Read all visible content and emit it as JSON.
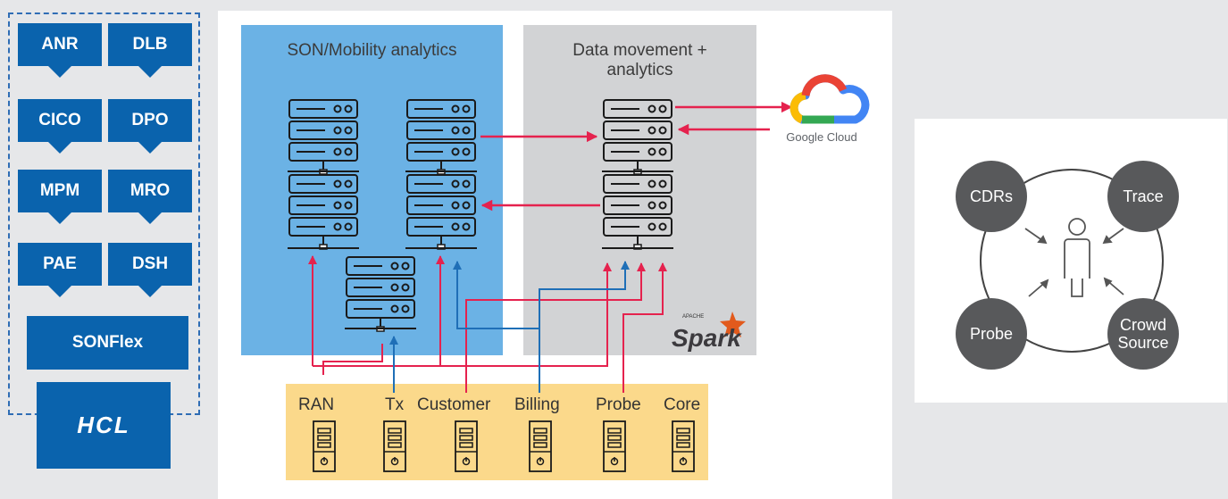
{
  "modules": {
    "items": [
      "ANR",
      "DLB",
      "CICO",
      "DPO",
      "MPM",
      "MRO",
      "PAE",
      "DSH"
    ],
    "sonflex": "SONFlex",
    "logo_text": "HCL"
  },
  "regions": {
    "son_title": "SON/Mobility analytics",
    "dm_title_line1": "Data movement +",
    "dm_title_line2": "analytics"
  },
  "google_cloud_label": "Google Cloud",
  "spark_label": "Spark",
  "spark_small": "APACHE",
  "sources": [
    "RAN",
    "Tx",
    "Customer",
    "Billing",
    "Probe",
    "Core"
  ],
  "right": {
    "nodes": [
      "CDRs",
      "Trace",
      "Probe",
      "Crowd Source"
    ]
  },
  "colors": {
    "module_blue": "#0a63ad",
    "son_region": "#6bb2e5",
    "dm_region": "#d2d3d5",
    "source_band": "#fbd98b",
    "arrow_red": "#e5224e",
    "arrow_blue": "#1f6fb7",
    "node_gray": "#58595b"
  }
}
